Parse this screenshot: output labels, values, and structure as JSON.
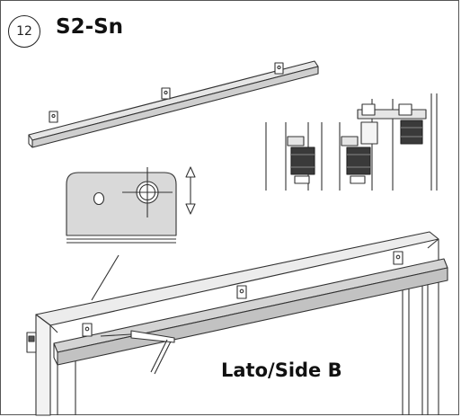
{
  "step": {
    "number": "12"
  },
  "title": "S2-Sn",
  "side_label": "Lato/Side B",
  "colors": {
    "line": "#333333",
    "panel_fill": "#d9d9d9",
    "rail_fill": "#c8c8c8"
  },
  "icons": [
    "up-down-arrow-icon",
    "crosshair-icon"
  ]
}
